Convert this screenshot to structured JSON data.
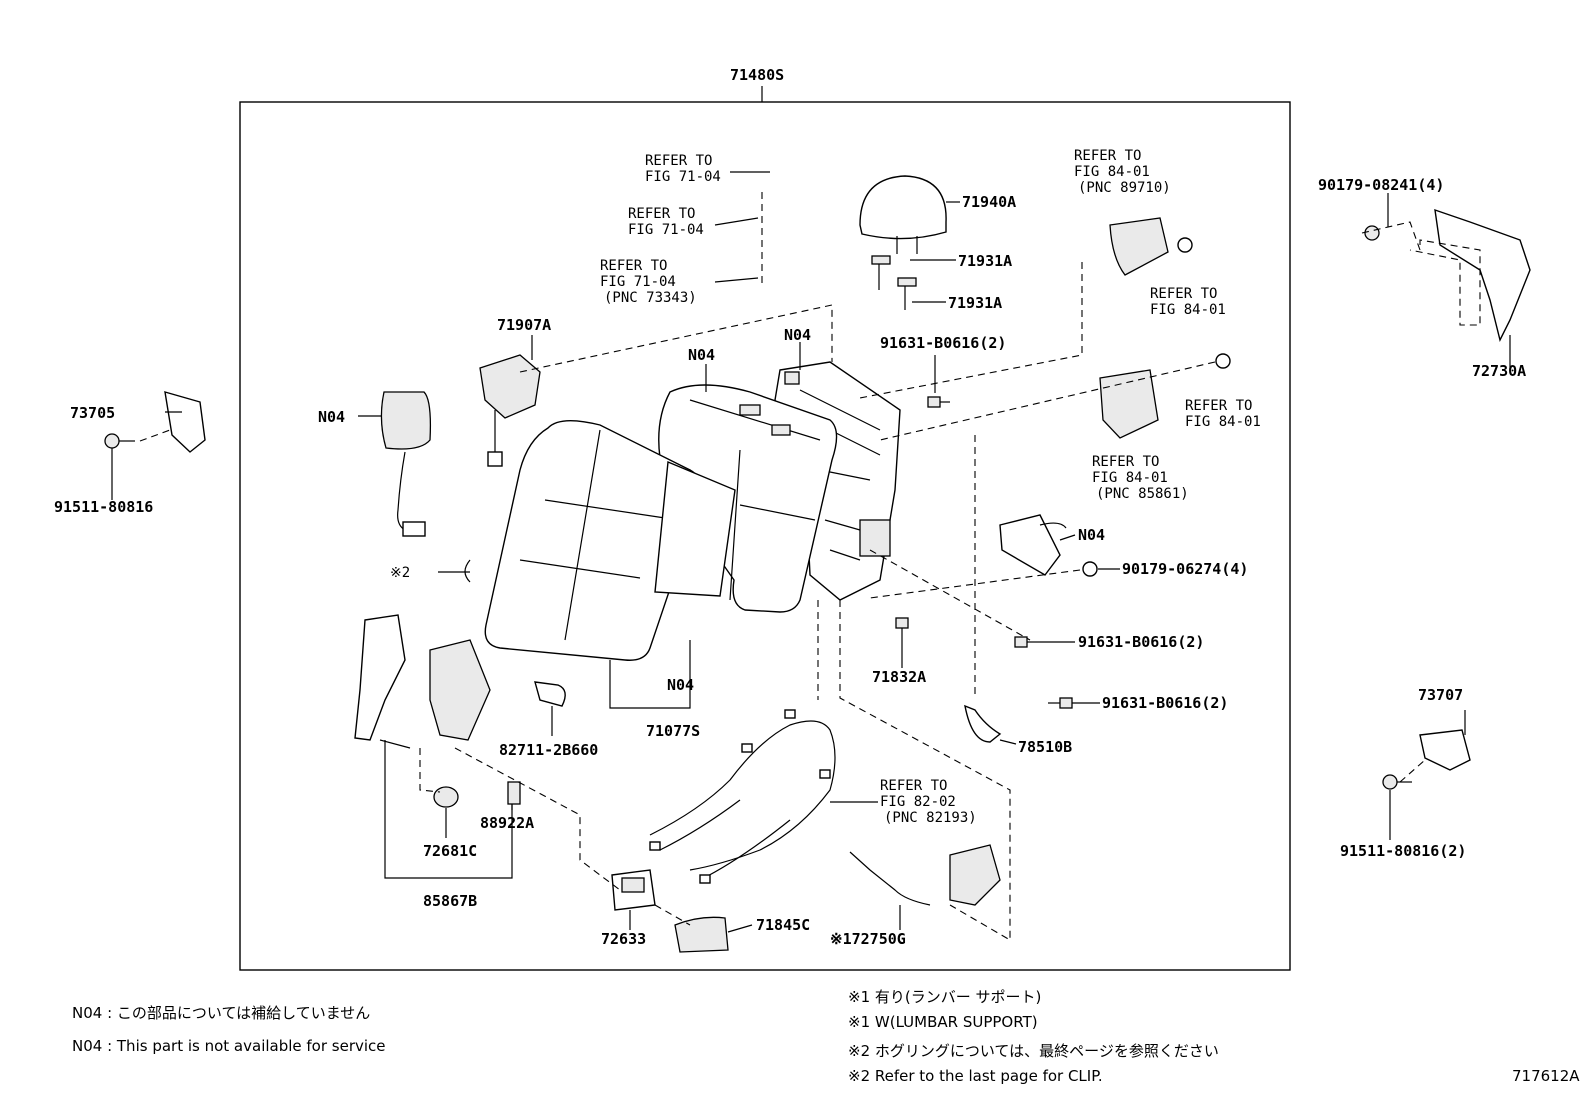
{
  "diagram": {
    "assembly_label": "71480S",
    "figure_code": "717612A",
    "labels": [
      {
        "id": "71940A",
        "text": "71940A"
      },
      {
        "id": "71931A-1",
        "text": "71931A"
      },
      {
        "id": "71931A-2",
        "text": "71931A"
      },
      {
        "id": "71907A",
        "text": "71907A"
      },
      {
        "id": "n04-a",
        "text": "N04"
      },
      {
        "id": "n04-b",
        "text": "N04"
      },
      {
        "id": "n04-c",
        "text": "N04"
      },
      {
        "id": "n04-d",
        "text": "N04"
      },
      {
        "id": "n04-e",
        "text": "N04"
      },
      {
        "id": "91631-B0616-a",
        "text": "91631-B0616(2)"
      },
      {
        "id": "91631-B0616-b",
        "text": "91631-B0616(2)"
      },
      {
        "id": "91631-B0616-c",
        "text": "91631-B0616(2)"
      },
      {
        "id": "90179-06274",
        "text": "90179-06274(4)"
      },
      {
        "id": "90179-08241",
        "text": "90179-08241(4)"
      },
      {
        "id": "72730A",
        "text": "72730A"
      },
      {
        "id": "73705",
        "text": "73705"
      },
      {
        "id": "91511-80816-a",
        "text": "91511-80816"
      },
      {
        "id": "91511-80816-b",
        "text": "91511-80816(2)"
      },
      {
        "id": "73707",
        "text": "73707"
      },
      {
        "id": "71832A",
        "text": "71832A"
      },
      {
        "id": "78510B",
        "text": "78510B"
      },
      {
        "id": "71077S",
        "text": "71077S"
      },
      {
        "id": "82711-2B660",
        "text": "82711-2B660"
      },
      {
        "id": "88922A",
        "text": "88922A"
      },
      {
        "id": "72681C",
        "text": "72681C"
      },
      {
        "id": "85867B",
        "text": "85867B"
      },
      {
        "id": "72633",
        "text": "72633"
      },
      {
        "id": "71845C",
        "text": "71845C"
      },
      {
        "id": "72750G",
        "text": "※172750G"
      },
      {
        "id": "clip-mark",
        "text": "※2"
      }
    ],
    "references": [
      {
        "id": "ref-71-04-a",
        "lines": [
          "REFER TO",
          "FIG 71-04"
        ]
      },
      {
        "id": "ref-71-04-b",
        "lines": [
          "REFER TO",
          "FIG 71-04"
        ]
      },
      {
        "id": "ref-71-04-c",
        "lines": [
          "REFER TO",
          "FIG 71-04",
          "(PNC 73343)"
        ]
      },
      {
        "id": "ref-84-01-a",
        "lines": [
          "REFER TO",
          "FIG 84-01",
          "(PNC 89710)"
        ]
      },
      {
        "id": "ref-84-01-b",
        "lines": [
          "REFER TO",
          "FIG 84-01"
        ]
      },
      {
        "id": "ref-84-01-c",
        "lines": [
          "REFER TO",
          "FIG 84-01"
        ]
      },
      {
        "id": "ref-84-01-d",
        "lines": [
          "REFER TO",
          "FIG 84-01",
          "(PNC 85861)"
        ]
      },
      {
        "id": "ref-82-02",
        "lines": [
          "REFER TO",
          "FIG 82-02",
          "(PNC 82193)"
        ]
      }
    ]
  },
  "notes": {
    "left": [
      "N04 : この部品については補給していません",
      "N04 : This part is not available for service"
    ],
    "right": [
      "※1  有り(ランバー  サポート)",
      "※1  W(LUMBAR SUPPORT)",
      "※2  ホグリングについては、最終ページを参照ください",
      "※2  Refer to the last page for CLIP."
    ]
  }
}
